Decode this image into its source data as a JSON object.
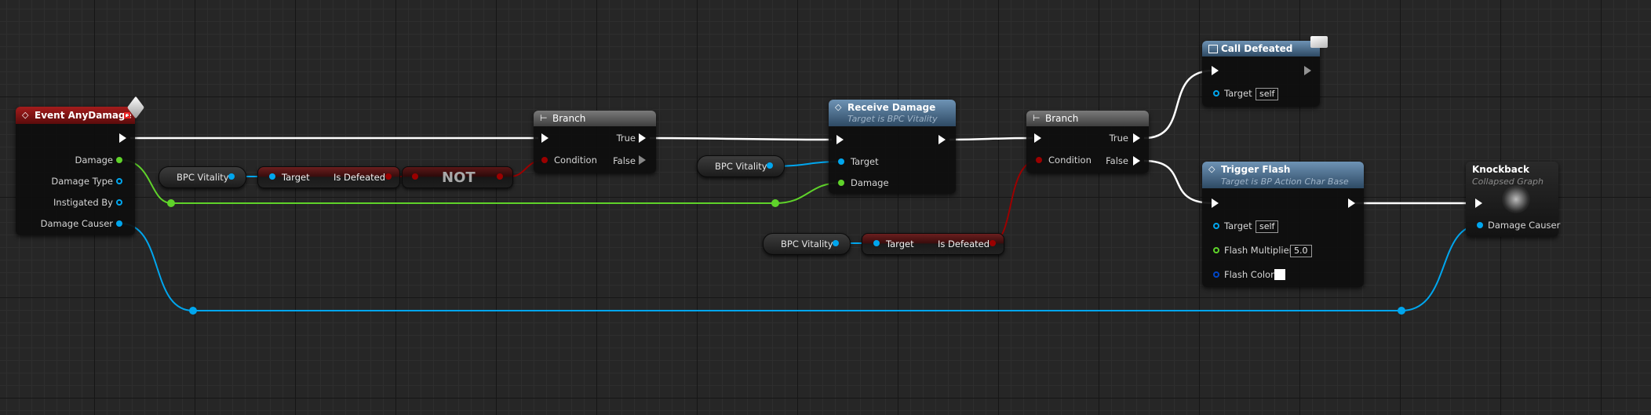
{
  "nodes": {
    "event_any_damage": {
      "title": "Event AnyDamage",
      "pins": [
        "Damage",
        "Damage Type",
        "Instigated By",
        "Damage Causer"
      ]
    },
    "bpc_vitality_1": {
      "label": "BPC Vitality"
    },
    "is_defeated_1": {
      "target": "Target",
      "output": "Is Defeated"
    },
    "not_node": {
      "label": "NOT"
    },
    "branch_1": {
      "title": "Branch",
      "condition": "Condition",
      "true_label": "True",
      "false_label": "False"
    },
    "bpc_vitality_2": {
      "label": "BPC Vitality"
    },
    "receive_damage": {
      "title": "Receive Damage",
      "subtitle": "Target is BPC Vitality",
      "target": "Target",
      "damage": "Damage"
    },
    "bpc_vitality_3": {
      "label": "BPC Vitality"
    },
    "is_defeated_2": {
      "target": "Target",
      "output": "Is Defeated"
    },
    "branch_2": {
      "title": "Branch",
      "condition": "Condition",
      "true_label": "True",
      "false_label": "False"
    },
    "call_defeated": {
      "title": "Call Defeated",
      "target": "Target",
      "target_value": "self"
    },
    "trigger_flash": {
      "title": "Trigger Flash",
      "subtitle": "Target is BP Action Char Base",
      "target": "Target",
      "target_value": "self",
      "flash_multiplier": "Flash Multiplier",
      "flash_multiplier_value": "5.0",
      "flash_color": "Flash Color"
    },
    "knockback": {
      "title": "Knockback",
      "subtitle": "Collapsed Graph",
      "damage_causer": "Damage Causer"
    }
  },
  "colors": {
    "exec": "#ffffff",
    "float": "#5fd32a",
    "object": "#00a6ee",
    "bool": "#9b0000",
    "struct": "#0046c8",
    "event_header": "#8a1414",
    "function_header": "#5a7d9e",
    "pure_header": "#5c5c5c"
  }
}
